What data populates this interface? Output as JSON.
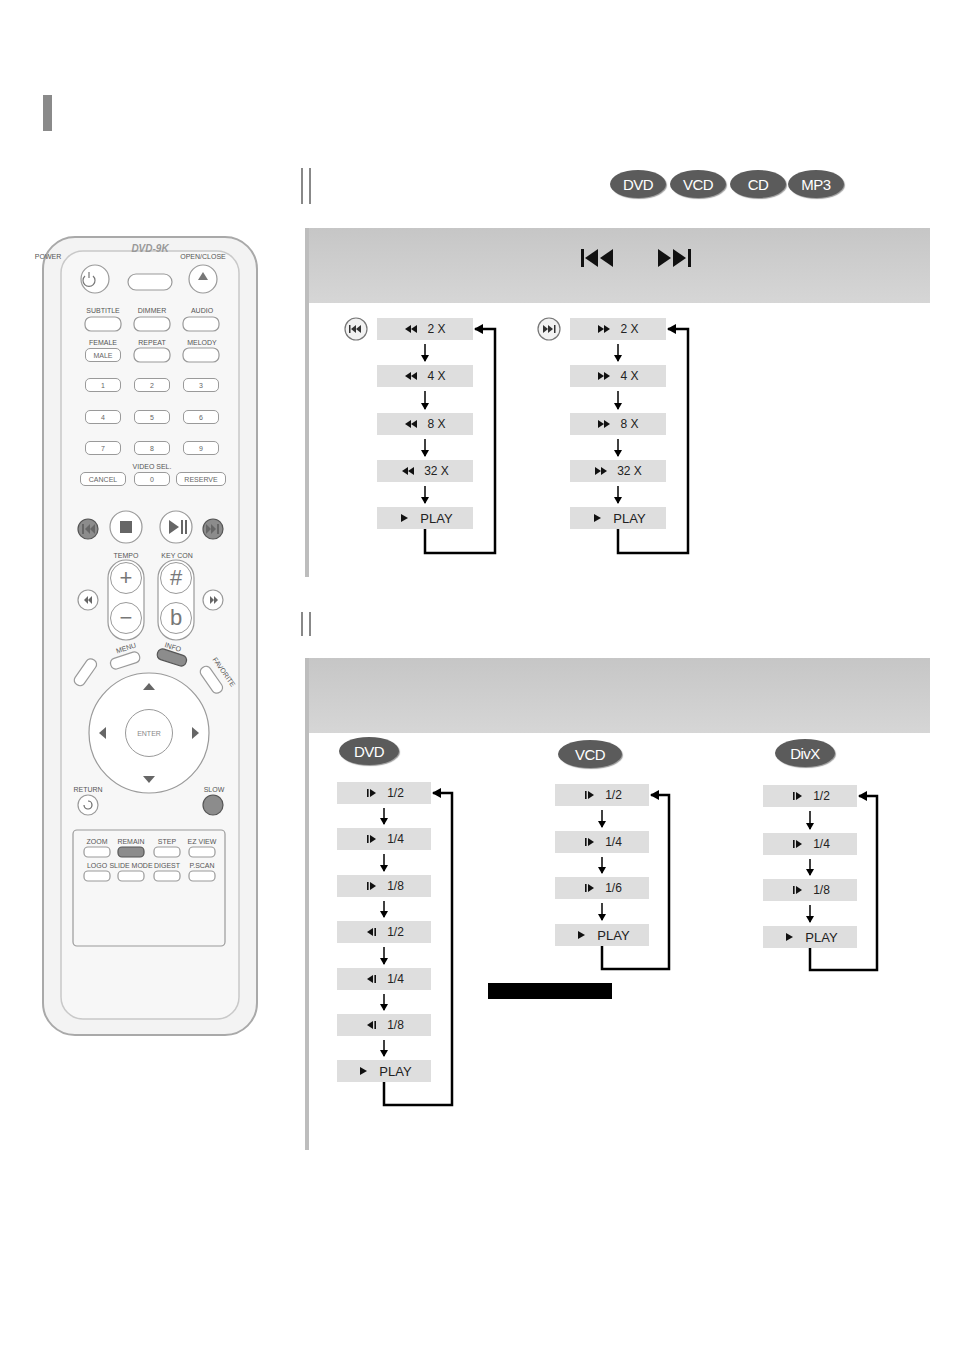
{
  "diagram": {
    "nodes": [
      {
        "text": [
          "DVD"
        ]
      },
      {
        "text": [
          "VCD"
        ]
      },
      {
        "text": [
          "CD"
        ]
      },
      {
        "text": [
          "MP3"
        ]
      },
      {
        "text": [
          "2 X"
        ]
      },
      {
        "text": [
          "4 X"
        ]
      },
      {
        "text": [
          "8 X"
        ]
      },
      {
        "text": [
          "32 X"
        ]
      },
      {
        "text": [
          "PLAY"
        ]
      },
      {
        "text": [
          "2 X"
        ]
      },
      {
        "text": [
          "4 X"
        ]
      },
      {
        "text": [
          "8 X"
        ]
      },
      {
        "text": [
          "32 X"
        ]
      },
      {
        "text": [
          "PLAY"
        ]
      },
      {
        "text": [
          "DVD"
        ]
      },
      {
        "text": [
          "VCD"
        ]
      },
      {
        "text": [
          "DivX"
        ]
      },
      {
        "text": [
          "1/2"
        ]
      },
      {
        "text": [
          "1/4"
        ]
      },
      {
        "text": [
          "1/8"
        ]
      },
      {
        "text": [
          "1/2"
        ]
      },
      {
        "text": [
          "1/4"
        ]
      },
      {
        "text": [
          "1/8"
        ]
      },
      {
        "text": [
          "PLAY"
        ]
      },
      {
        "text": [
          "1/2"
        ]
      },
      {
        "text": [
          "1/4"
        ]
      },
      {
        "text": [
          "1/6"
        ]
      },
      {
        "text": [
          "PLAY"
        ]
      },
      {
        "text": [
          "1/2"
        ]
      },
      {
        "text": [
          "1/4"
        ]
      },
      {
        "text": [
          "1/8"
        ]
      },
      {
        "text": [
          "PLAY"
        ]
      },
      {
        "text": [
          "MALE"
        ]
      },
      {
        "text": [
          "1"
        ]
      },
      {
        "text": [
          "2"
        ]
      },
      {
        "text": [
          "3"
        ]
      },
      {
        "text": [
          "4"
        ]
      },
      {
        "text": [
          "5"
        ]
      },
      {
        "text": [
          "6"
        ]
      },
      {
        "text": [
          "7"
        ]
      },
      {
        "text": [
          "8"
        ]
      },
      {
        "text": [
          "9"
        ]
      },
      {
        "text": [
          "CANCEL"
        ]
      },
      {
        "text": [
          "0"
        ]
      },
      {
        "text": [
          "RESERVE"
        ]
      },
      {
        "text": [
          "+"
        ]
      },
      {
        "text": [
          "−"
        ]
      },
      {
        "text": [
          "#"
        ]
      },
      {
        "text": [
          "b"
        ]
      },
      {
        "text": [
          "ENTER"
        ]
      }
    ],
    "edges": [
      {
        "from": 4,
        "to": 5,
        "arrow": "to"
      },
      {
        "from": 5,
        "to": 6,
        "arrow": "to"
      },
      {
        "from": 6,
        "to": 7,
        "arrow": "to"
      },
      {
        "from": 7,
        "to": 8,
        "arrow": "to"
      },
      {
        "from": 8,
        "to": 4,
        "arrow": "to"
      },
      {
        "from": 9,
        "to": 10,
        "arrow": "to"
      },
      {
        "from": 10,
        "to": 11,
        "arrow": "to"
      },
      {
        "from": 11,
        "to": 12,
        "arrow": "to"
      },
      {
        "from": 12,
        "to": 13,
        "arrow": "to"
      },
      {
        "from": 13,
        "to": 9,
        "arrow": "to"
      },
      {
        "from": 17,
        "to": 18,
        "arrow": "to"
      },
      {
        "from": 18,
        "to": 19,
        "arrow": "to"
      },
      {
        "from": 19,
        "to": 20,
        "arrow": "to"
      },
      {
        "from": 20,
        "to": 21,
        "arrow": "to"
      },
      {
        "from": 21,
        "to": 22,
        "arrow": "to"
      },
      {
        "from": 22,
        "to": 23,
        "arrow": "to"
      },
      {
        "from": 23,
        "to": 17,
        "arrow": "to"
      },
      {
        "from": 24,
        "to": 25,
        "arrow": "to"
      },
      {
        "from": 25,
        "to": 26,
        "arrow": "to"
      },
      {
        "from": 26,
        "to": 27,
        "arrow": "to"
      },
      {
        "from": 27,
        "to": 24,
        "arrow": "to"
      },
      {
        "from": 28,
        "to": 29,
        "arrow": "to"
      },
      {
        "from": 29,
        "to": 30,
        "arrow": "to"
      },
      {
        "from": 30,
        "to": 31,
        "arrow": "to"
      },
      {
        "from": 31,
        "to": 28,
        "arrow": "to"
      }
    ],
    "labels": [
      "DVD-9K",
      "POWER",
      "OPEN/CLOSE",
      "SUBTITLE",
      "DIMMER",
      "AUDIO",
      "FEMALE",
      "REPEAT",
      "MELODY",
      "VIDEO SEL.",
      "TEMPO",
      "KEY CON",
      "MENU",
      "INFO",
      "FAVORITE",
      "RETURN",
      "SLOW",
      "ZOOM",
      "REMAIN",
      "STEP",
      "EZ VIEW",
      "LOGO",
      "SLIDE MODE",
      "DIGEST",
      "P.SCAN"
    ]
  }
}
